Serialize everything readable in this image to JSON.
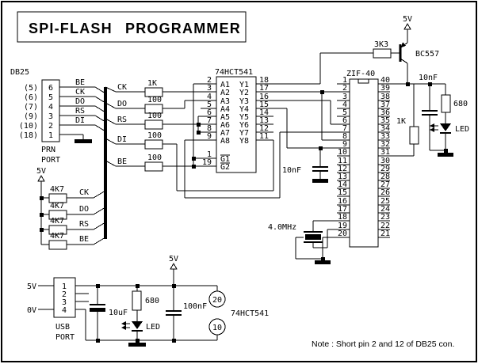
{
  "title": "SPI-FLASH PROGRAMMER",
  "note": "Note : Short pin 2 and 12 of DB25 con.",
  "db25": {
    "label": "DB25",
    "port_line1": "PRN",
    "port_line2": "PORT",
    "external_pins": [
      "(5)",
      "(6)",
      "(7)",
      "(9)",
      "(10)",
      "(18)"
    ],
    "internal_pins": [
      "6",
      "5",
      "4",
      "3",
      "2",
      "1"
    ],
    "signals": [
      "BE",
      "CK",
      "DO",
      "RS",
      "DI"
    ]
  },
  "bus_branches": {
    "signals": [
      "CK",
      "DO",
      "RS",
      "DI",
      "BE"
    ],
    "resistors": [
      "1K",
      "100",
      "100",
      "100",
      "100"
    ]
  },
  "pullups": {
    "supply": "5V",
    "resistors": [
      "4K7",
      "4K7",
      "4K7",
      "4K7"
    ],
    "signals": [
      "CK",
      "DO",
      "RS",
      "BE"
    ]
  },
  "ic1": {
    "label": "74HCT541",
    "input_pin_numbers": [
      "2",
      "3",
      "4",
      "5",
      "6",
      "7",
      "8",
      "9"
    ],
    "output_pin_numbers": [
      "18",
      "17",
      "16",
      "15",
      "14",
      "13",
      "12",
      "11"
    ],
    "inputs": [
      "A1",
      "A2",
      "A3",
      "A4",
      "A5",
      "A6",
      "A7",
      "A8"
    ],
    "outputs": [
      "Y1",
      "Y2",
      "Y3",
      "Y4",
      "Y5",
      "Y6",
      "Y7",
      "Y8"
    ],
    "enable_pin_numbers": [
      "1",
      "19"
    ],
    "enables": [
      "G1",
      "G2"
    ]
  },
  "zif": {
    "label": "ZIF-40",
    "left_pins": [
      "1",
      "2",
      "3",
      "4",
      "5",
      "6",
      "7",
      "8",
      "9",
      "10",
      "11",
      "12",
      "13",
      "14",
      "15",
      "16",
      "17",
      "18",
      "19",
      "20"
    ],
    "right_pins": [
      "40",
      "39",
      "38",
      "37",
      "36",
      "35",
      "34",
      "33",
      "32",
      "31",
      "30",
      "29",
      "28",
      "27",
      "26",
      "25",
      "24",
      "23",
      "22",
      "21"
    ]
  },
  "power_switch": {
    "resistor": "3K3",
    "transistor": "BC557",
    "supply": "5V"
  },
  "vcc_net": {
    "cap": "10nF",
    "resistor": "680",
    "led": "LED",
    "ea_resistor": "1K"
  },
  "reset_net": {
    "cap": "10nF"
  },
  "clock": {
    "resonator": "4.0MHz"
  },
  "usb": {
    "line1": "USB",
    "line2": "PORT",
    "pins": [
      "1",
      "2",
      "3",
      "4"
    ],
    "vcc_label": "5V",
    "gnd_label": "0V",
    "cap": "10uF",
    "resistor": "680",
    "led": "LED"
  },
  "logic_power": {
    "supply": "5V",
    "cap": "100nF",
    "vcc_pin": "20",
    "gnd_pin": "10",
    "ic_label": "74HCT541"
  }
}
